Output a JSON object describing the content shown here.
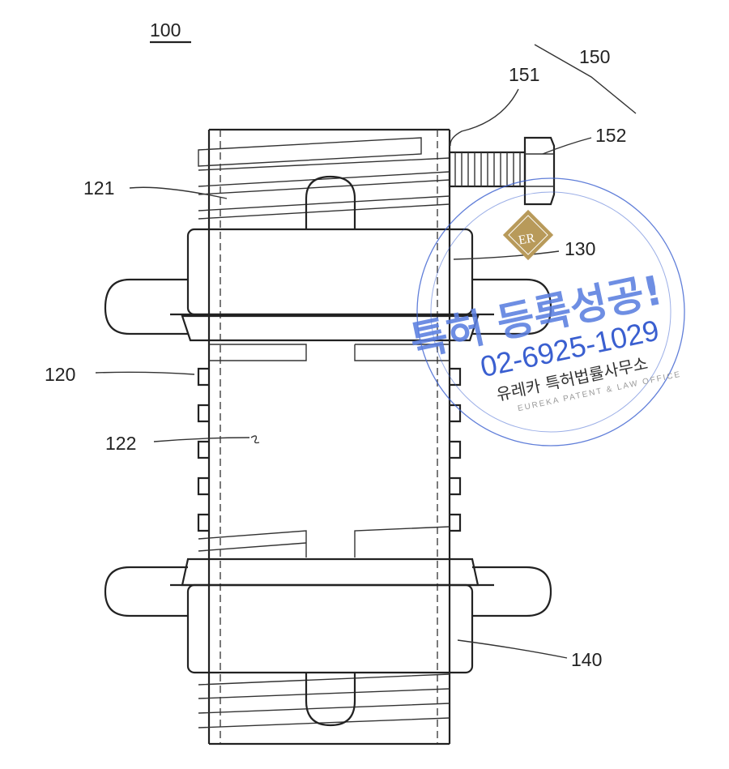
{
  "figure": {
    "reference_numerals": {
      "assembly": "100",
      "bolt_assembly": "150",
      "bolt_hole": "151",
      "bolt": "152",
      "upper_thread": "121",
      "upper_collar": "130",
      "body": "120",
      "notch": "122",
      "lower_collar": "140"
    }
  },
  "watermark": {
    "logo_letters": "ER",
    "headline": "특허 등록성공!",
    "phone": "02-6925-1029",
    "firm_name": "유레카 특허법률사무소",
    "firm_name_en": "EUREKA PATENT & LAW OFFICE",
    "color": "#3a5fd0",
    "logo_color": "#b89a5a"
  }
}
